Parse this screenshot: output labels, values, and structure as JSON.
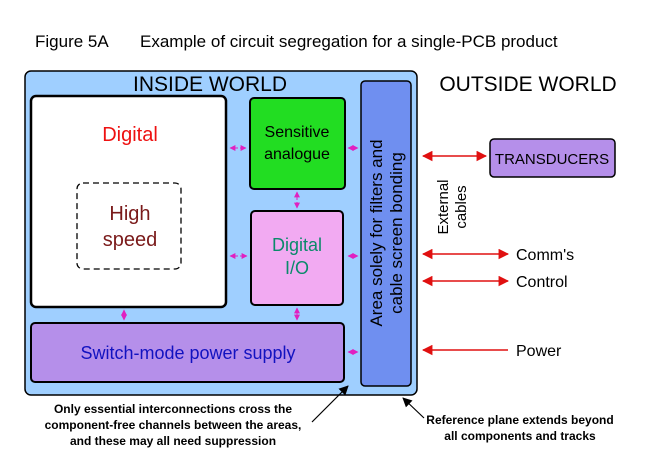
{
  "figure": {
    "number": "Figure 5A",
    "caption": "Example of circuit segregation for a single-PCB product"
  },
  "regions": {
    "inside": "INSIDE WORLD",
    "outside": "OUTSIDE WORLD"
  },
  "blocks": {
    "digital": "Digital",
    "high_speed_line1": "High",
    "high_speed_line2": "speed",
    "sensitive_line1": "Sensitive",
    "sensitive_line2": "analogue",
    "digital_io_line1": "Digital",
    "digital_io_line2": "I/O",
    "power_supply": "Switch-mode power supply",
    "filter_line1": "Area solely for filters and",
    "filter_line2": "cable screen bonding",
    "transducers": "TRANSDUCERS"
  },
  "connections": {
    "external_line1": "External",
    "external_line2": "cables",
    "comms": "Comm's",
    "control": "Control",
    "power": "Power"
  },
  "notes": {
    "left_line1": "Only essential interconnections cross the",
    "left_line2": "component-free channels between the areas,",
    "left_line3": "and these may all need suppression",
    "right_line1": "Reference plane extends beyond",
    "right_line2": "all components and tracks"
  },
  "colors": {
    "board": "#9fcfff",
    "digital_area": "#ffffff",
    "sensitive": "#22dd22",
    "digital_io": "#f2aaf2",
    "power_supply": "#b58fea",
    "filter_area": "#6f8ff0",
    "transducers": "#b58fea",
    "digital_text": "#ee1111",
    "high_speed_text": "#7a1a1a",
    "digital_io_text": "#0a8a6a",
    "psu_text": "#1212c0",
    "red_arrow": "#e01010",
    "magenta_arrow": "#e020c0"
  }
}
